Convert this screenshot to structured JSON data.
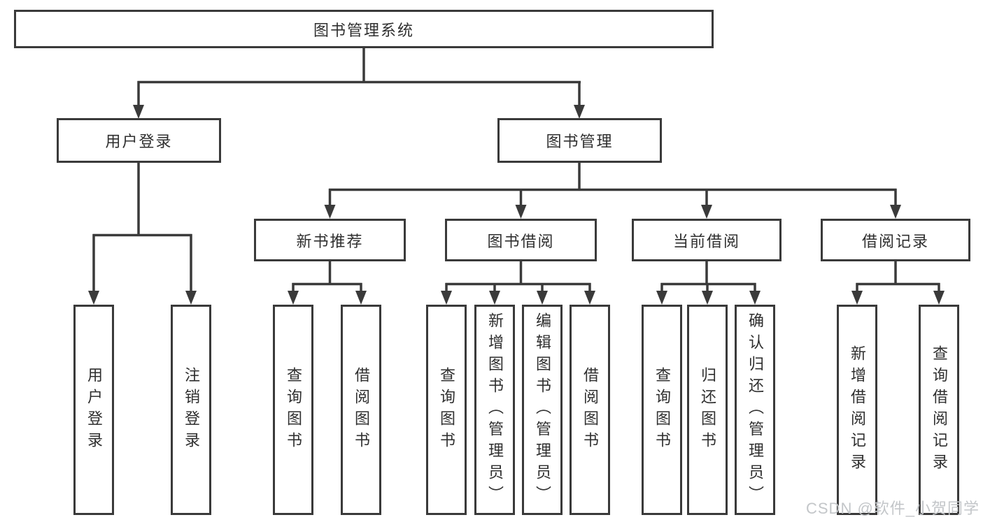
{
  "colors": {
    "line": "#3a3a3a",
    "box_border": "#3a3a3a",
    "text": "#2f2f2f",
    "background": "#ffffff",
    "watermark": "#c3c6c9"
  },
  "tree": {
    "root": "图书管理系统",
    "children": [
      {
        "label": "用户登录",
        "children": [
          "用户登录",
          "注销登录"
        ]
      },
      {
        "label": "图书管理",
        "children": [
          {
            "label": "新书推荐",
            "children": [
              "查询图书",
              "借阅图书"
            ]
          },
          {
            "label": "图书借阅",
            "children": [
              "查询图书",
              "新增图书（管理员）",
              "编辑图书（管理员）",
              "借阅图书"
            ]
          },
          {
            "label": "当前借阅",
            "children": [
              "查询图书",
              "归还图书",
              "确认归还（管理员）"
            ]
          },
          {
            "label": "借阅记录",
            "children": [
              "新增借阅记录",
              "查询借阅记录"
            ]
          }
        ]
      }
    ]
  },
  "watermark": {
    "text": "CSDN @软件_小贺同学"
  }
}
